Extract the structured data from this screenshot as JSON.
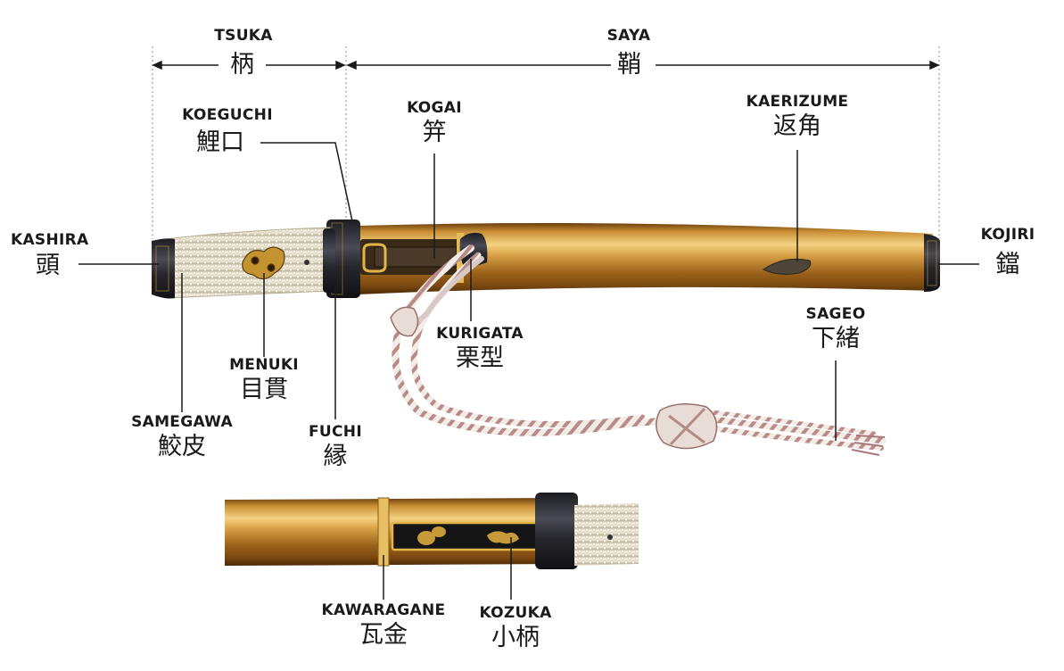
{
  "dimensions": {
    "tsuka": {
      "en": "TSUKA",
      "jp": "柄"
    },
    "saya": {
      "en": "SAYA",
      "jp": "鞘"
    }
  },
  "parts": {
    "koeguchi": {
      "en": "KOEGUCHI",
      "jp": "鯉口"
    },
    "kogai": {
      "en": "KOGAI",
      "jp": "笄"
    },
    "kaerizume": {
      "en": "KAERIZUME",
      "jp": "返角"
    },
    "kashira": {
      "en": "KASHIRA",
      "jp": "頭"
    },
    "kojiri": {
      "en": "KOJIRI",
      "jp": "鐺"
    },
    "kurigata": {
      "en": "KURIGATA",
      "jp": "栗型"
    },
    "sageo": {
      "en": "SAGEO",
      "jp": "下緒"
    },
    "menuki": {
      "en": "MENUKI",
      "jp": "目貫"
    },
    "samegawa": {
      "en": "SAMEGAWA",
      "jp": "鮫皮"
    },
    "fuchi": {
      "en": "FUCHI",
      "jp": "縁"
    },
    "kawaragane": {
      "en": "KAWARAGANE",
      "jp": "瓦金"
    },
    "kozuka": {
      "en": "KOZUKA",
      "jp": "小柄"
    }
  },
  "colors": {
    "saya_lacquer": "#b8802a",
    "saya_highlight": "#f2cf7c",
    "saya_shadow": "#5a3208",
    "samegawa": "#ece5d2",
    "fittings_black": "#2a2a2e",
    "gold": "#d9a93a",
    "cord_pink": "#b98a86",
    "cord_white": "#f1ece8"
  }
}
